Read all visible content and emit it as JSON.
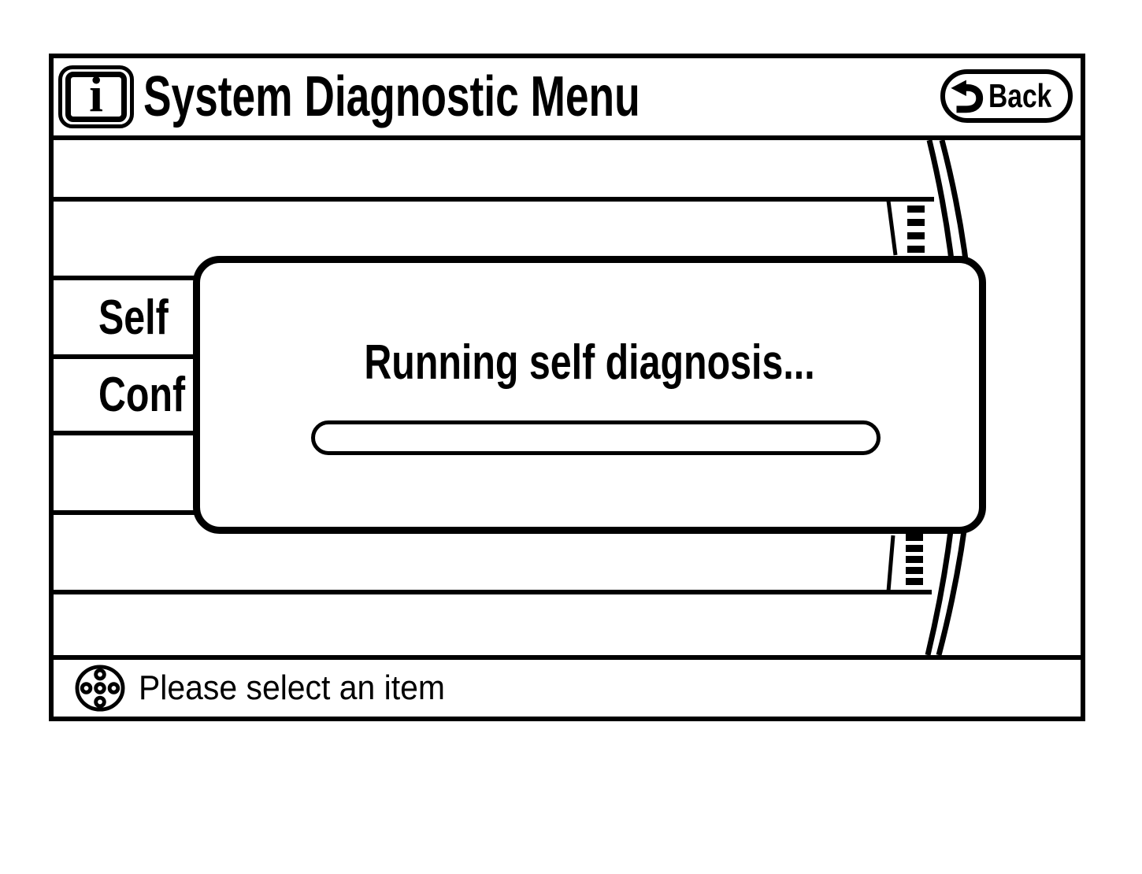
{
  "header": {
    "title": "System Diagnostic Menu",
    "info_glyph": "i",
    "back_label": "Back"
  },
  "menu": {
    "items": [
      {
        "label": "Self"
      },
      {
        "label": "Conf"
      }
    ]
  },
  "dialog": {
    "message": "Running self diagnosis...",
    "progress_percent": 0
  },
  "status_bar": {
    "message": "Please select an item"
  },
  "icons": {
    "header_left": "info-icon",
    "back": "back-arrow-icon",
    "status": "directional-selector-icon"
  },
  "colors": {
    "foreground": "#000000",
    "background": "#ffffff"
  }
}
